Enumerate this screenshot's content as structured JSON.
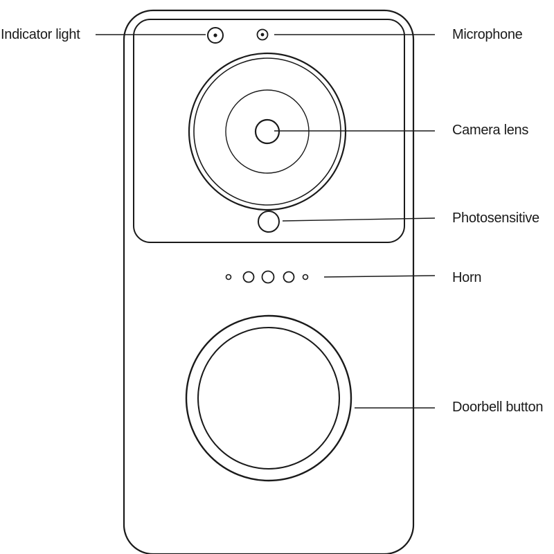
{
  "callouts": {
    "indicator_light": "Indicator light",
    "microphone": "Microphone",
    "camera_lens": "Camera lens",
    "photosensitive": "Photosensitive",
    "horn": "Horn",
    "doorbell_button": "Doorbell button"
  },
  "colors": {
    "line": "#1a1a1a",
    "background": "#ffffff"
  }
}
